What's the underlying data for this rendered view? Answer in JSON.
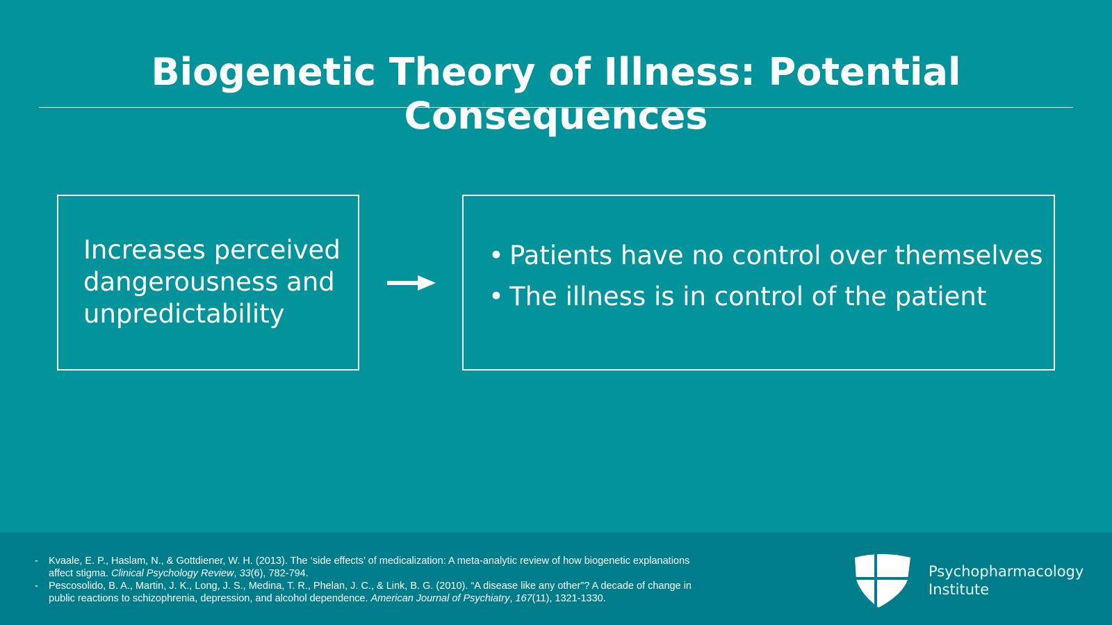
{
  "slide": {
    "title": "Biogenetic Theory of Illness: Potential Consequences",
    "left_box": "Increases perceived dangerousness and unpredictability",
    "right_box": {
      "bullets": [
        "Patients have no control over themselves",
        "The illness is in control of the patient"
      ]
    },
    "arrow_icon": "right-arrow-icon"
  },
  "footer": {
    "references": [
      {
        "pre": "Kvaale, E. P., Haslam, N., & Gottdiener, W. H. (2013). The ‘side effects’ of medicalization: A meta-analytic review of how biogenetic explanations affect stigma. ",
        "journal": "Clinical Psychology Review",
        "sep": ", ",
        "volume": "33",
        "post": "(6), 782-794."
      },
      {
        "pre": "Pescosolido, B. A., Martin, J. K., Long, J. S., Medina, T. R., Phelan, J. C., & Link, B. G. (2010). “A disease like any other”? A decade of change in public reactions to schizophrenia, depression, and alcohol dependence. ",
        "journal": "American Journal of Psychiatry",
        "sep": ", ",
        "volume": "167",
        "post": "(11), 1321-1330."
      }
    ],
    "dash": "-",
    "logo": {
      "line1": "Psychopharmacology",
      "line2": "Institute"
    }
  },
  "colors": {
    "background": "#03939b",
    "footer": "#007d8a",
    "text": "#ffffff"
  }
}
